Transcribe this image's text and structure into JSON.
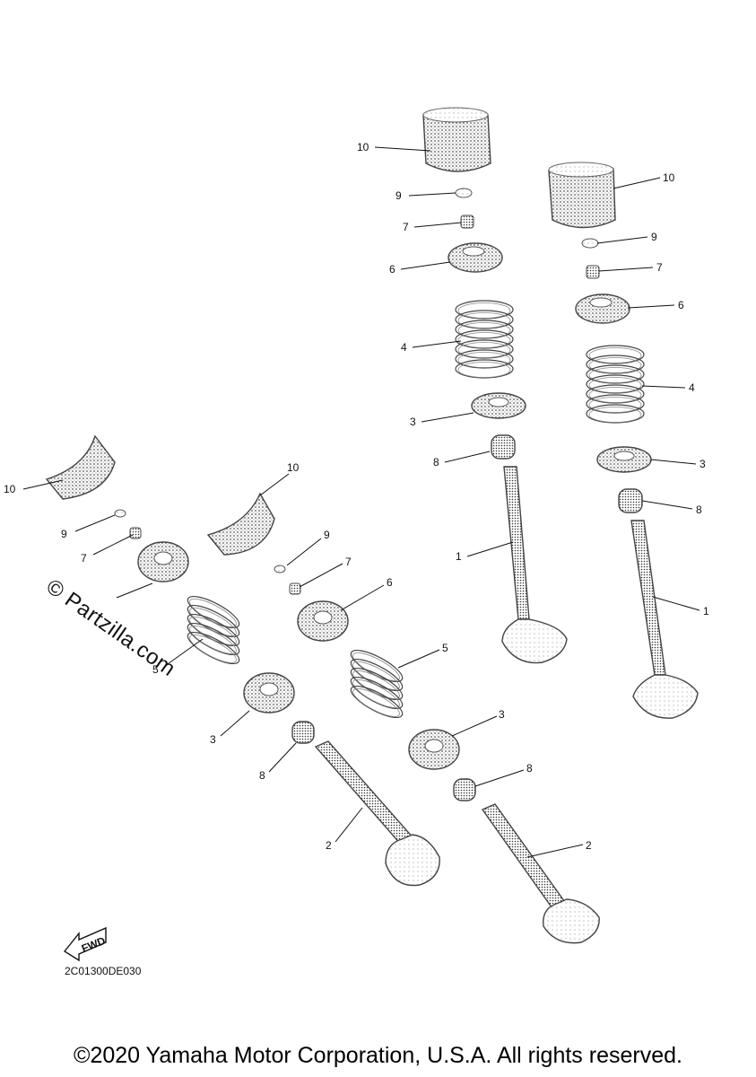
{
  "callouts": {
    "valve_1": "1",
    "valve_2": "2",
    "seat_3": "3",
    "spring_4": "4",
    "spring_5": "5",
    "retainer_6": "6",
    "cotter_7": "7",
    "seal_8": "8",
    "shim_9": "9",
    "lifter_10": "10"
  },
  "fwd_arrow_label": "FWD",
  "reference_code": "2C01300DE030",
  "watermark": "© Partzilla.com",
  "copyright": "©2020 Yamaha Motor Corporation, U.S.A. All rights reserved."
}
